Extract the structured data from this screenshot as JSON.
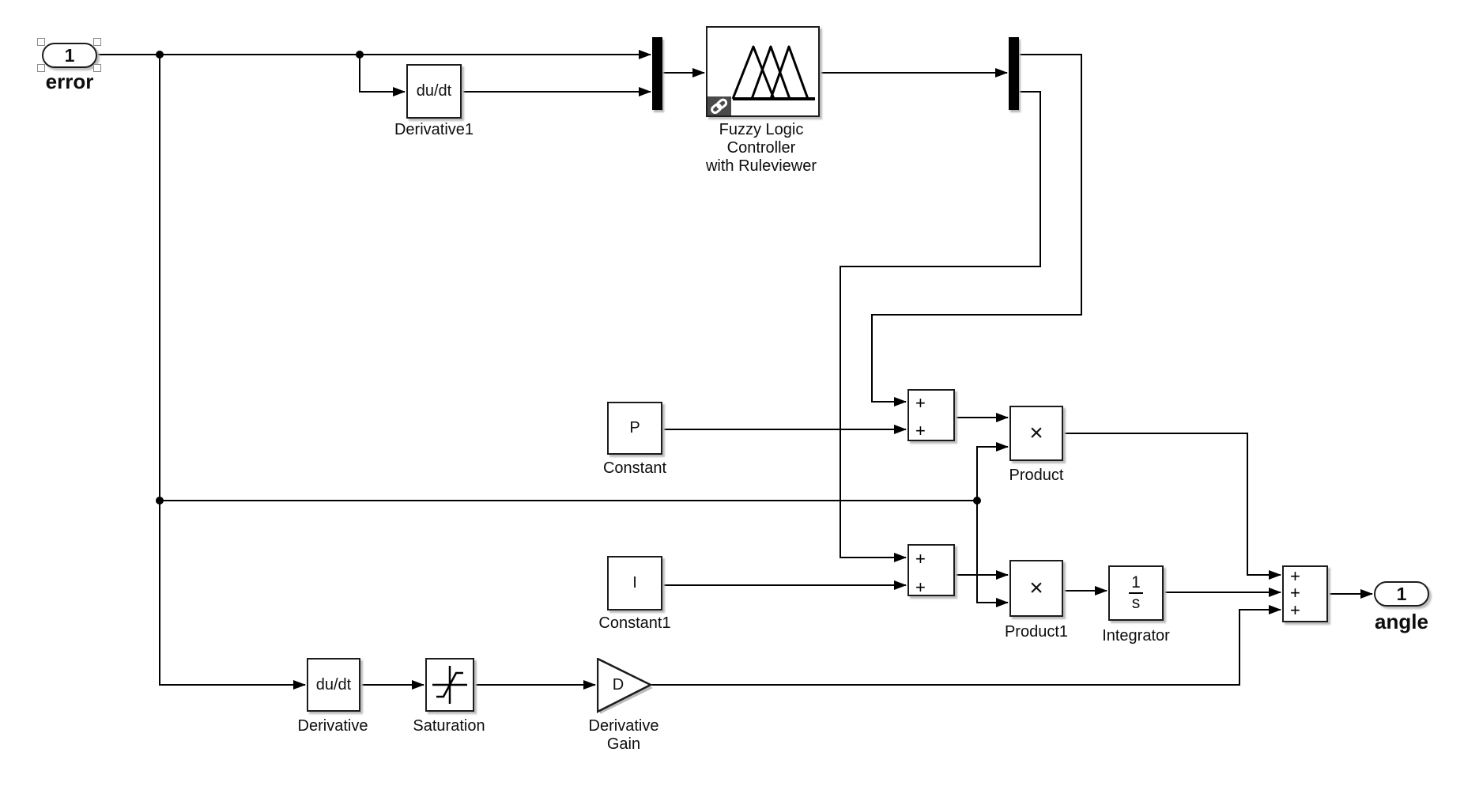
{
  "app": {
    "type": "simulink-model-canvas"
  },
  "colors": {
    "background": "#ffffff",
    "line": "#000000",
    "block_fill": "#ffffff",
    "block_border": "#1c1c1c",
    "shadow": "#bcbcbc",
    "bus_bar": "#000000",
    "link_badge_bg": "#4a4a4a",
    "link_badge_fg": "#ffffff"
  },
  "blocks": {
    "inport_error": {
      "port_number": "1",
      "name_label": "error",
      "selected": true
    },
    "derivative1": {
      "display": "du/dt",
      "name_label": "Derivative1"
    },
    "mux": {
      "kind": "mux"
    },
    "fuzzy_controller": {
      "name_label_lines": [
        "Fuzzy Logic",
        "Controller",
        "with Ruleviewer"
      ],
      "icon": "membership-triangles",
      "badge": "library-link"
    },
    "demux": {
      "kind": "demux"
    },
    "constant_p": {
      "display": "P",
      "name_label": "Constant"
    },
    "constant_i": {
      "display": "I",
      "name_label": "Constant1"
    },
    "sum_p": {
      "signs": [
        "+",
        "+"
      ]
    },
    "sum_i": {
      "signs": [
        "+",
        "+"
      ]
    },
    "sum_out": {
      "signs": [
        "+",
        "+",
        "+"
      ]
    },
    "product": {
      "display": "×",
      "name_label": "Product"
    },
    "product1": {
      "display": "×",
      "name_label": "Product1"
    },
    "integrator": {
      "numerator": "1",
      "denominator": "s",
      "name_label": "Integrator"
    },
    "derivative": {
      "display": "du/dt",
      "name_label": "Derivative"
    },
    "saturation": {
      "name_label": "Saturation"
    },
    "derivative_gain": {
      "display": "D",
      "name_label": "Derivative Gain"
    },
    "outport_angle": {
      "port_number": "1",
      "name_label": "angle"
    }
  }
}
